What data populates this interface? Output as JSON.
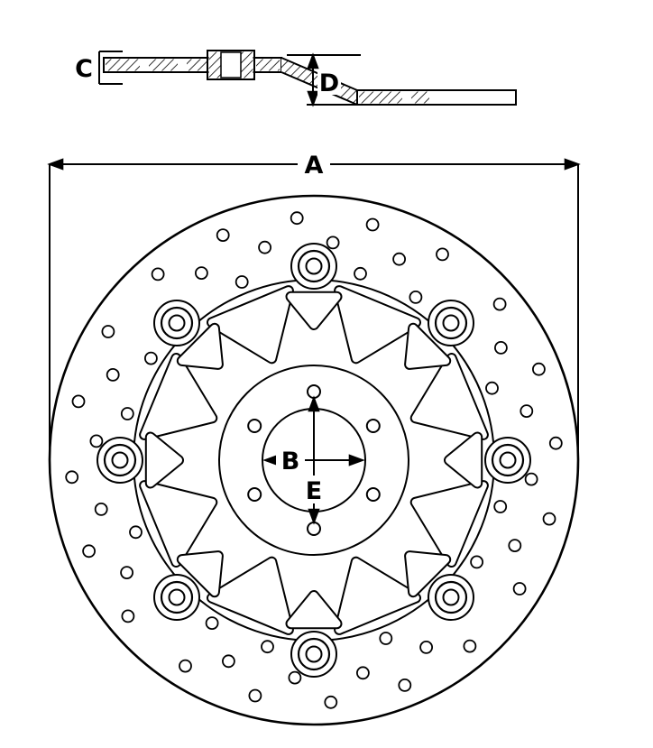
{
  "colors": {
    "line": "#000000",
    "background": "#ffffff"
  },
  "diagram": {
    "kind": "brake-disc-technical-drawing",
    "views": {
      "cross_section": {
        "dimension_labels": {
          "thickness": "C",
          "offset": "D"
        }
      },
      "front": {
        "dimension_labels": {
          "outer_diameter": "A",
          "center_bore": "B",
          "bolt_circle": "E"
        }
      }
    }
  }
}
